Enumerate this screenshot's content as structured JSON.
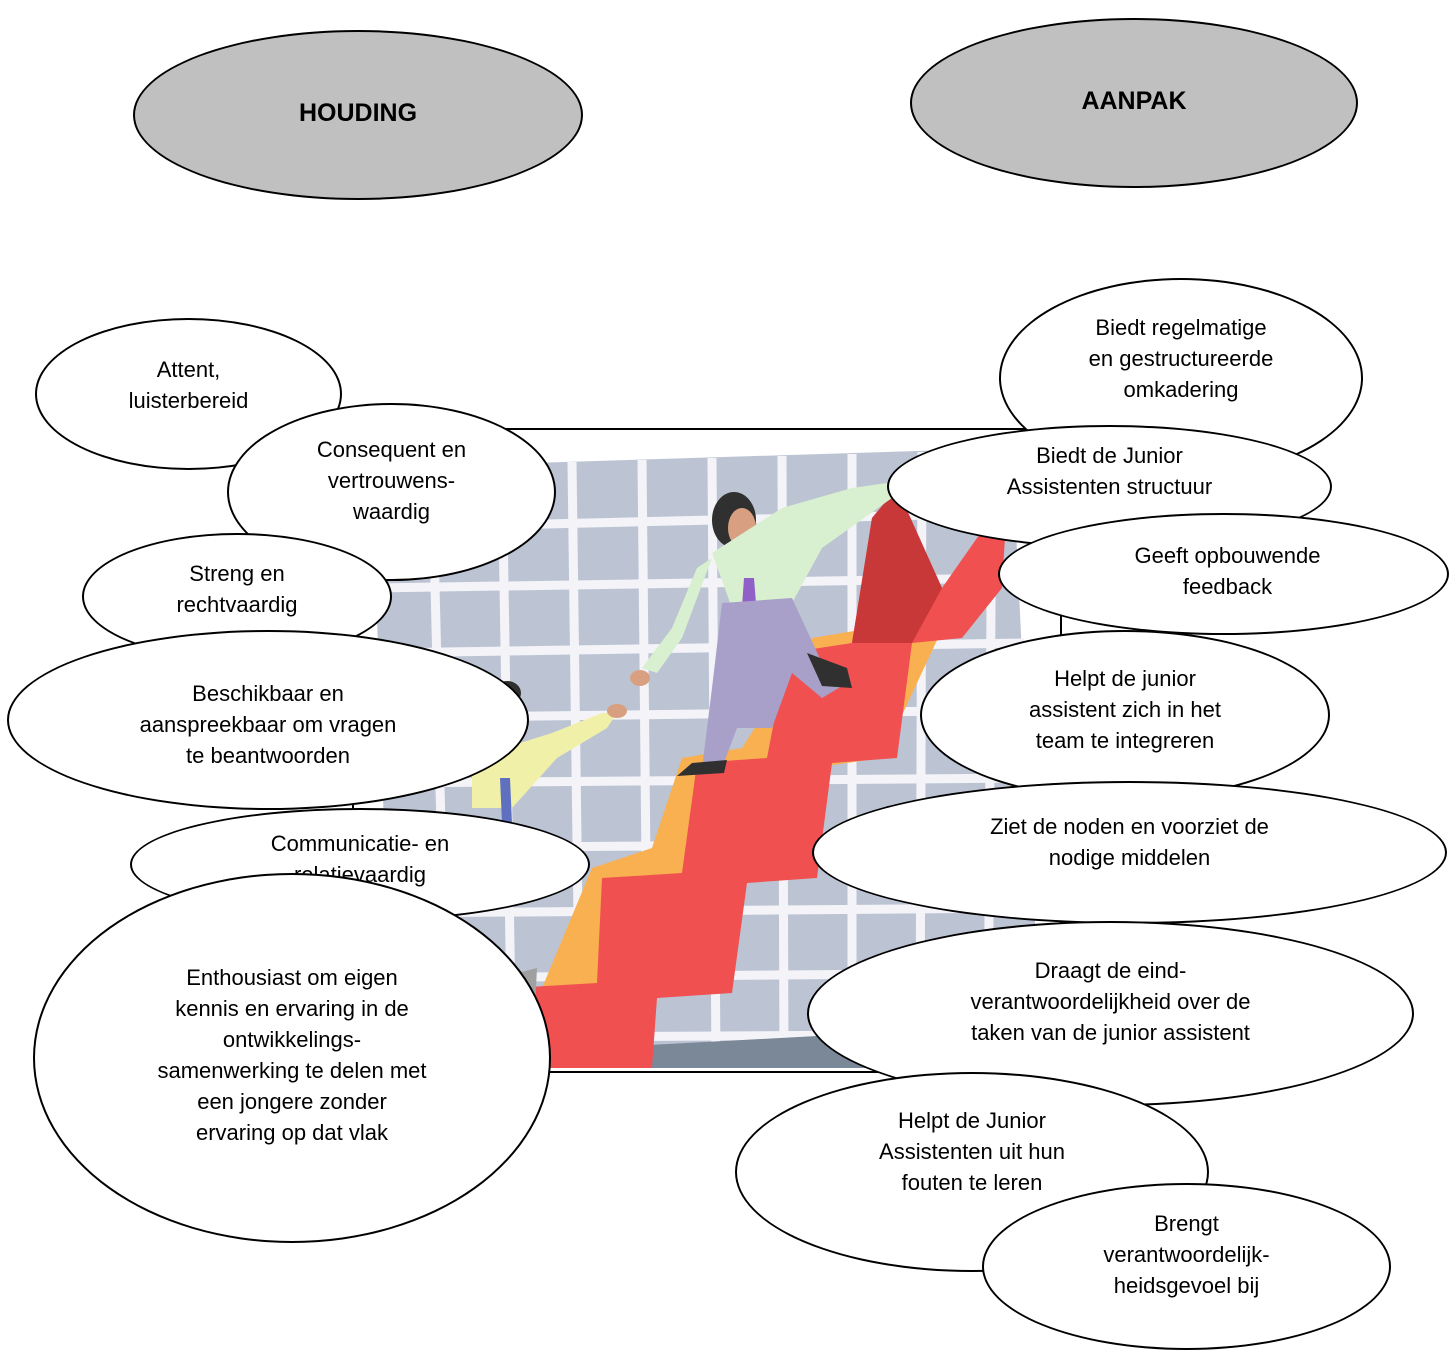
{
  "headers": {
    "left": "HOUDING",
    "right": "AANPAK"
  },
  "houding": [
    "Attent,\nluisterbereid",
    "Consequent en\nvertrouwens-\nwaardig",
    "Streng en\nrechtvaardig",
    "Beschikbaar en\naanspreekbaar om vragen\nte beantwoorden",
    "Communicatie- en\nrelatievaardig",
    "Enthousiast om eigen\nkennis en ervaring in de\nontwikkelings-\nsamenwerking te delen met\neen jongere zonder\nervaring op dat vlak"
  ],
  "aanpak": [
    "Biedt regelmatige\nen gestructureerde\nomkadering",
    "Biedt de Junior\nAssistenten structuur",
    "Geeft opbouwende\nfeedback",
    "Helpt de junior\nassistent zich in het\nteam te integreren",
    "Ziet de noden en voorziet de\nnodige middelen",
    "Draagt de eind-\nverantwoordelijkheid over de\ntaken van de junior assistent",
    "Helpt de Junior\nAssistenten uit hun\nfouten te leren",
    "Brengt\nverantwoordelijk-\nheidsgevoel bij"
  ],
  "colors": {
    "header_fill": "#c0c0c0",
    "arrow_red": "#f05050",
    "arrow_dark_red": "#c83838",
    "arrow_shadow": "#f8b050",
    "grid_bg": "#bcc4d4",
    "grid_line": "#f4f4f8"
  }
}
